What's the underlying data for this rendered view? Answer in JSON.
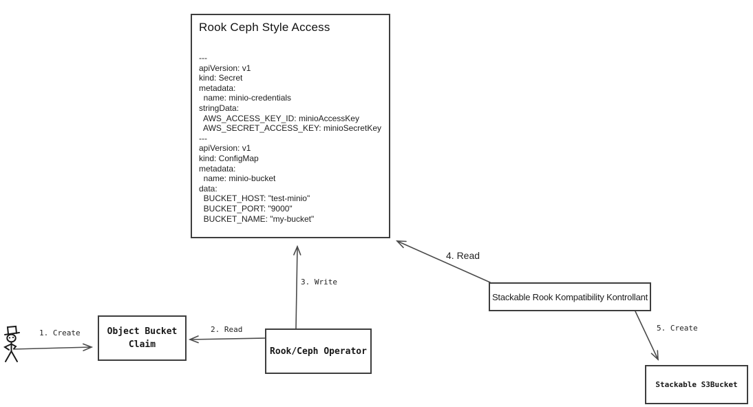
{
  "diagram": {
    "main_box": {
      "title": "Rook Ceph Style Access",
      "yaml_lines": [
        "---",
        "apiVersion: v1",
        "kind: Secret",
        "metadata:",
        "  name: minio-credentials",
        "stringData:",
        "  AWS_ACCESS_KEY_ID: minioAccessKey",
        "  AWS_SECRET_ACCESS_KEY: minioSecretKey",
        "---",
        "apiVersion: v1",
        "kind: ConfigMap",
        "metadata:",
        "  name: minio-bucket",
        "data:",
        "  BUCKET_HOST: \"test-minio\"",
        "  BUCKET_PORT: \"9000\"",
        "  BUCKET_NAME: \"my-bucket\""
      ]
    },
    "nodes": {
      "object_bucket_claim": {
        "label_lines": [
          "Object Bucket",
          "Claim"
        ]
      },
      "operator": {
        "label": "Rook/Ceph Operator"
      },
      "kontrollant": {
        "label": "Stackable Rook Kompatibility Kontrollant"
      },
      "s3bucket": {
        "label": "Stackable S3Bucket"
      }
    },
    "actor": {
      "name": "user"
    },
    "edges": [
      {
        "label": "1. Create",
        "from": "user",
        "to": "object_bucket_claim"
      },
      {
        "label": "2. Read",
        "from": "operator",
        "to": "object_bucket_claim"
      },
      {
        "label": "3. Write",
        "from": "operator",
        "to": "main_box"
      },
      {
        "label": "4. Read",
        "from": "kontrollant",
        "to": "main_box"
      },
      {
        "label": "5. Create",
        "from": "kontrollant",
        "to": "s3bucket"
      }
    ],
    "colors": {
      "stroke": "#3d3d3d",
      "arrow": "#4a4a4a",
      "text": "#141414",
      "background": "#ffffff"
    }
  }
}
